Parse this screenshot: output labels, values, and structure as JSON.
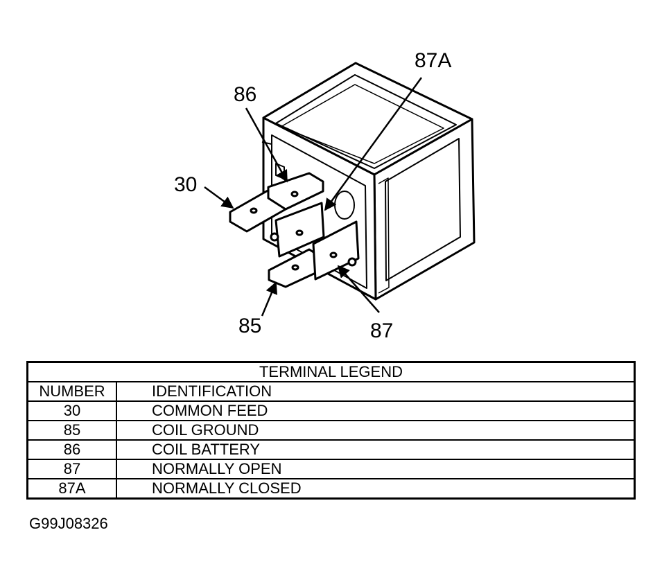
{
  "callouts": {
    "t30": "30",
    "t85": "85",
    "t86": "86",
    "t87": "87",
    "t87a": "87A"
  },
  "legend": {
    "title": "TERMINAL LEGEND",
    "col_number": "NUMBER",
    "col_identification": "IDENTIFICATION",
    "rows": [
      {
        "number": "30",
        "identification": "COMMON FEED"
      },
      {
        "number": "85",
        "identification": "COIL GROUND"
      },
      {
        "number": "86",
        "identification": "COIL BATTERY"
      },
      {
        "number": "87",
        "identification": "NORMALLY OPEN"
      },
      {
        "number": "87A",
        "identification": "NORMALLY CLOSED"
      }
    ]
  },
  "figure_id": "G99J08326"
}
